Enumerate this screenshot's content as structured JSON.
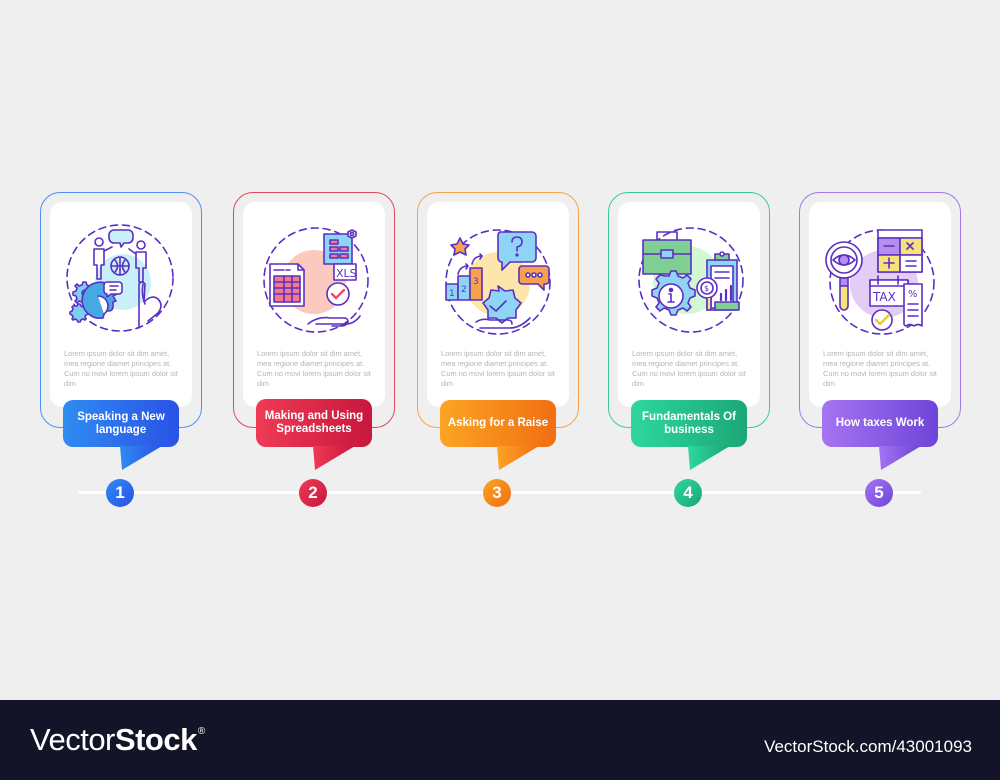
{
  "steps": [
    {
      "number": "1",
      "title": "Speaking a New language",
      "description": "Lorem ipsum dolor sit dim amet, mea regione diamet principes at. Cum no movi lorem ipsum dolor sit dim",
      "icon": "language-communication-icon",
      "border_color": "#4f8ff5",
      "gradient_start": "#2f8bf2",
      "gradient_end": "#2a52e6",
      "blob_color": "#c9f0f8"
    },
    {
      "number": "2",
      "title": "Making and Using Spreadsheets",
      "description": "Lorem ipsum dolor sit dim amet, mea regione diamet principes at. Cum no movi lorem ipsum dolor sit dim",
      "icon": "spreadsheet-xls-icon",
      "border_color": "#e0475f",
      "gradient_start": "#f03a55",
      "gradient_end": "#c8173d",
      "blob_color": "#fbc9bd"
    },
    {
      "number": "3",
      "title": "Asking for a Raise",
      "description": "Lorem ipsum dolor sit dim amet, mea regione diamet principes at. Cum no movi lorem ipsum dolor sit dim",
      "icon": "raise-request-icon",
      "border_color": "#f5a54a",
      "gradient_start": "#fca424",
      "gradient_end": "#f06f12",
      "blob_color": "#fde6a9"
    },
    {
      "number": "4",
      "title": "Fundamentals Of business",
      "description": "Lorem ipsum dolor sit dim amet, mea regione diamet principes at. Cum no movi lorem ipsum dolor sit dim",
      "icon": "business-fundamentals-icon",
      "border_color": "#3cc99a",
      "gradient_start": "#2ed79f",
      "gradient_end": "#1ba775",
      "blob_color": "#d2f7d2"
    },
    {
      "number": "5",
      "title": "How taxes Work",
      "description": "Lorem ipsum dolor sit dim amet, mea regione diamet principes at. Cum no movi lorem ipsum dolor sit dim",
      "icon": "tax-calculation-icon",
      "border_color": "#9f7ae8",
      "gradient_start": "#a474f0",
      "gradient_end": "#6e45d9",
      "blob_color": "#e3cdf6"
    }
  ],
  "footer": {
    "brand_light": "Vector",
    "brand_bold": "Stock",
    "brand_mark": "®",
    "reference": "VectorStock.com/43001093"
  }
}
